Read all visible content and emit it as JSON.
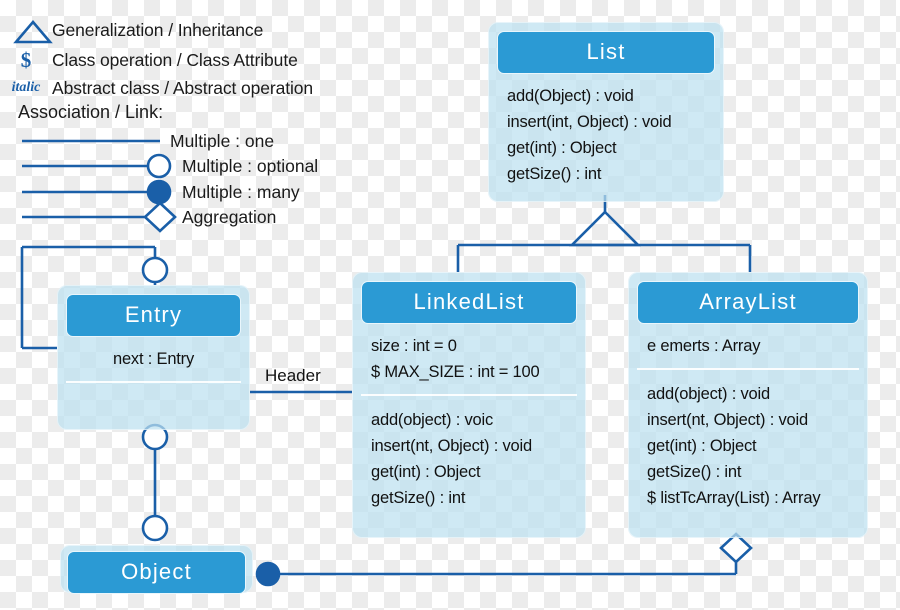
{
  "legend": {
    "items": [
      {
        "symbol": "generalization-triangle",
        "label": "Generalization / Inheritance"
      },
      {
        "symbol": "$",
        "label": "Class operation / Class Attribute"
      },
      {
        "symbol": "italic",
        "label": "Abstract class / Abstract operation"
      }
    ],
    "association_title": "Association / Link:",
    "association_items": [
      {
        "endpoint": "none",
        "label": "Multiple : one"
      },
      {
        "endpoint": "hollow-circle",
        "label": "Multiple : optional"
      },
      {
        "endpoint": "filled-circle",
        "label": "Multiple : many"
      },
      {
        "endpoint": "diamond",
        "label": "Aggregation"
      }
    ]
  },
  "classes": {
    "list": {
      "name": "List",
      "attributes": [],
      "operations": [
        "add(Object) : void",
        "insert(int, Object) : void",
        "get(int) : Object",
        "getSize() : int"
      ]
    },
    "linkedlist": {
      "name": "LinkedList",
      "attributes": [
        "size : int = 0",
        "$ MAX_SIZE : int = 100"
      ],
      "operations": [
        "add(object) : voic",
        "insert(nt, Object) : void",
        "get(int) : Object",
        "getSize() : int"
      ]
    },
    "arraylist": {
      "name": "ArrayList",
      "attributes": [
        "e emerts : Array"
      ],
      "operations": [
        "add(object) : void",
        "insert(nt, Object) : void",
        "get(int) : Object",
        "getSize() : int",
        "$ listTcArray(List) : Array"
      ]
    },
    "entry": {
      "name": "Entry",
      "attributes": [
        "next : Entry"
      ],
      "operations": []
    },
    "object": {
      "name": "Object",
      "attributes": [],
      "operations": []
    }
  },
  "edges": {
    "header_label": "Header"
  },
  "colors": {
    "header_fill": "#2b9ad4",
    "body_fill": "#bce0f0",
    "line": "#1a5fa8",
    "text": "#111111",
    "accent": "#1a5fa8"
  }
}
